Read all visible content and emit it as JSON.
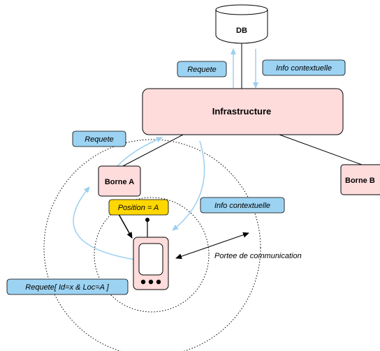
{
  "nodes": {
    "db": "DB",
    "infrastructure": "Infrastructure",
    "borne_a": "Borne A",
    "borne_b": "Borne B"
  },
  "labels": {
    "requete_db": "Requete",
    "info_db": "Info contextuelle",
    "requete_infra": "Requete",
    "info_infra": "Info contextuelle",
    "position": "Position = A",
    "requete_device": "Requete[ Id=x & Loc=A ]",
    "portee": "Portee de communication"
  },
  "colors": {
    "node_fill": "#ffdcdc",
    "label_fill": "#9cd3f3",
    "position_fill": "#ffd700",
    "arrow_light": "#9ccff0",
    "line": "#000000"
  }
}
